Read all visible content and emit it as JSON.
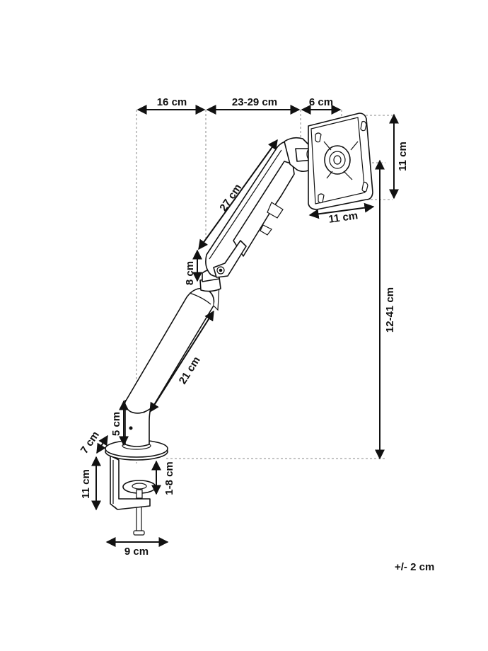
{
  "dimensions": {
    "top_left": "16 cm",
    "top_middle": "23-29 cm",
    "top_right": "6 cm",
    "plate_height": "11 cm",
    "plate_width": "11 cm",
    "upper_arm": "27 cm",
    "joint": "8 cm",
    "lower_arm": "21 cm",
    "pole": "5 cm",
    "base_disc": "7 cm",
    "clamp_height": "11 cm",
    "clamp_gap": "1-8 cm",
    "clamp_width": "9 cm",
    "height_range": "12-41 cm"
  },
  "tolerance": "+/- 2 cm"
}
